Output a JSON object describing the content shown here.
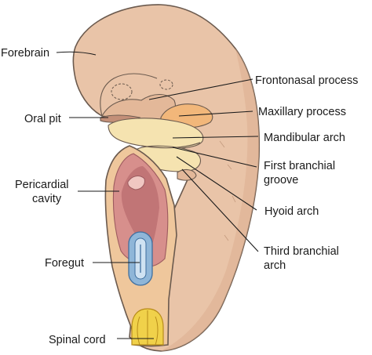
{
  "labels": {
    "forebrain": "Forebrain",
    "frontonasal": "Frontonasal process",
    "oral_pit": "Oral pit",
    "maxillary": "Maxillary process",
    "mandibular": "Mandibular arch",
    "first_groove_1": "First branchial",
    "first_groove_2": "groove",
    "pericardial_1": "Pericardial",
    "pericardial_2": "cavity",
    "hyoid": "Hyoid arch",
    "third_arch_1": "Third branchial",
    "third_arch_2": "arch",
    "foregut": "Foregut",
    "spinal_cord": "Spinal cord"
  },
  "colors": {
    "skin": "#e9c4a8",
    "skin_shadow": "#d9aa8a",
    "maxillary": "#f2b77a",
    "arch_yellow": "#f5e3b0",
    "pericardial": "#d78f8c",
    "pericardial_dark": "#b86a6c",
    "foregut": "#8fb6d8",
    "foregut_dark": "#4f85b8",
    "spinal_cord": "#f0d14a",
    "section_tan": "#efc79c"
  }
}
